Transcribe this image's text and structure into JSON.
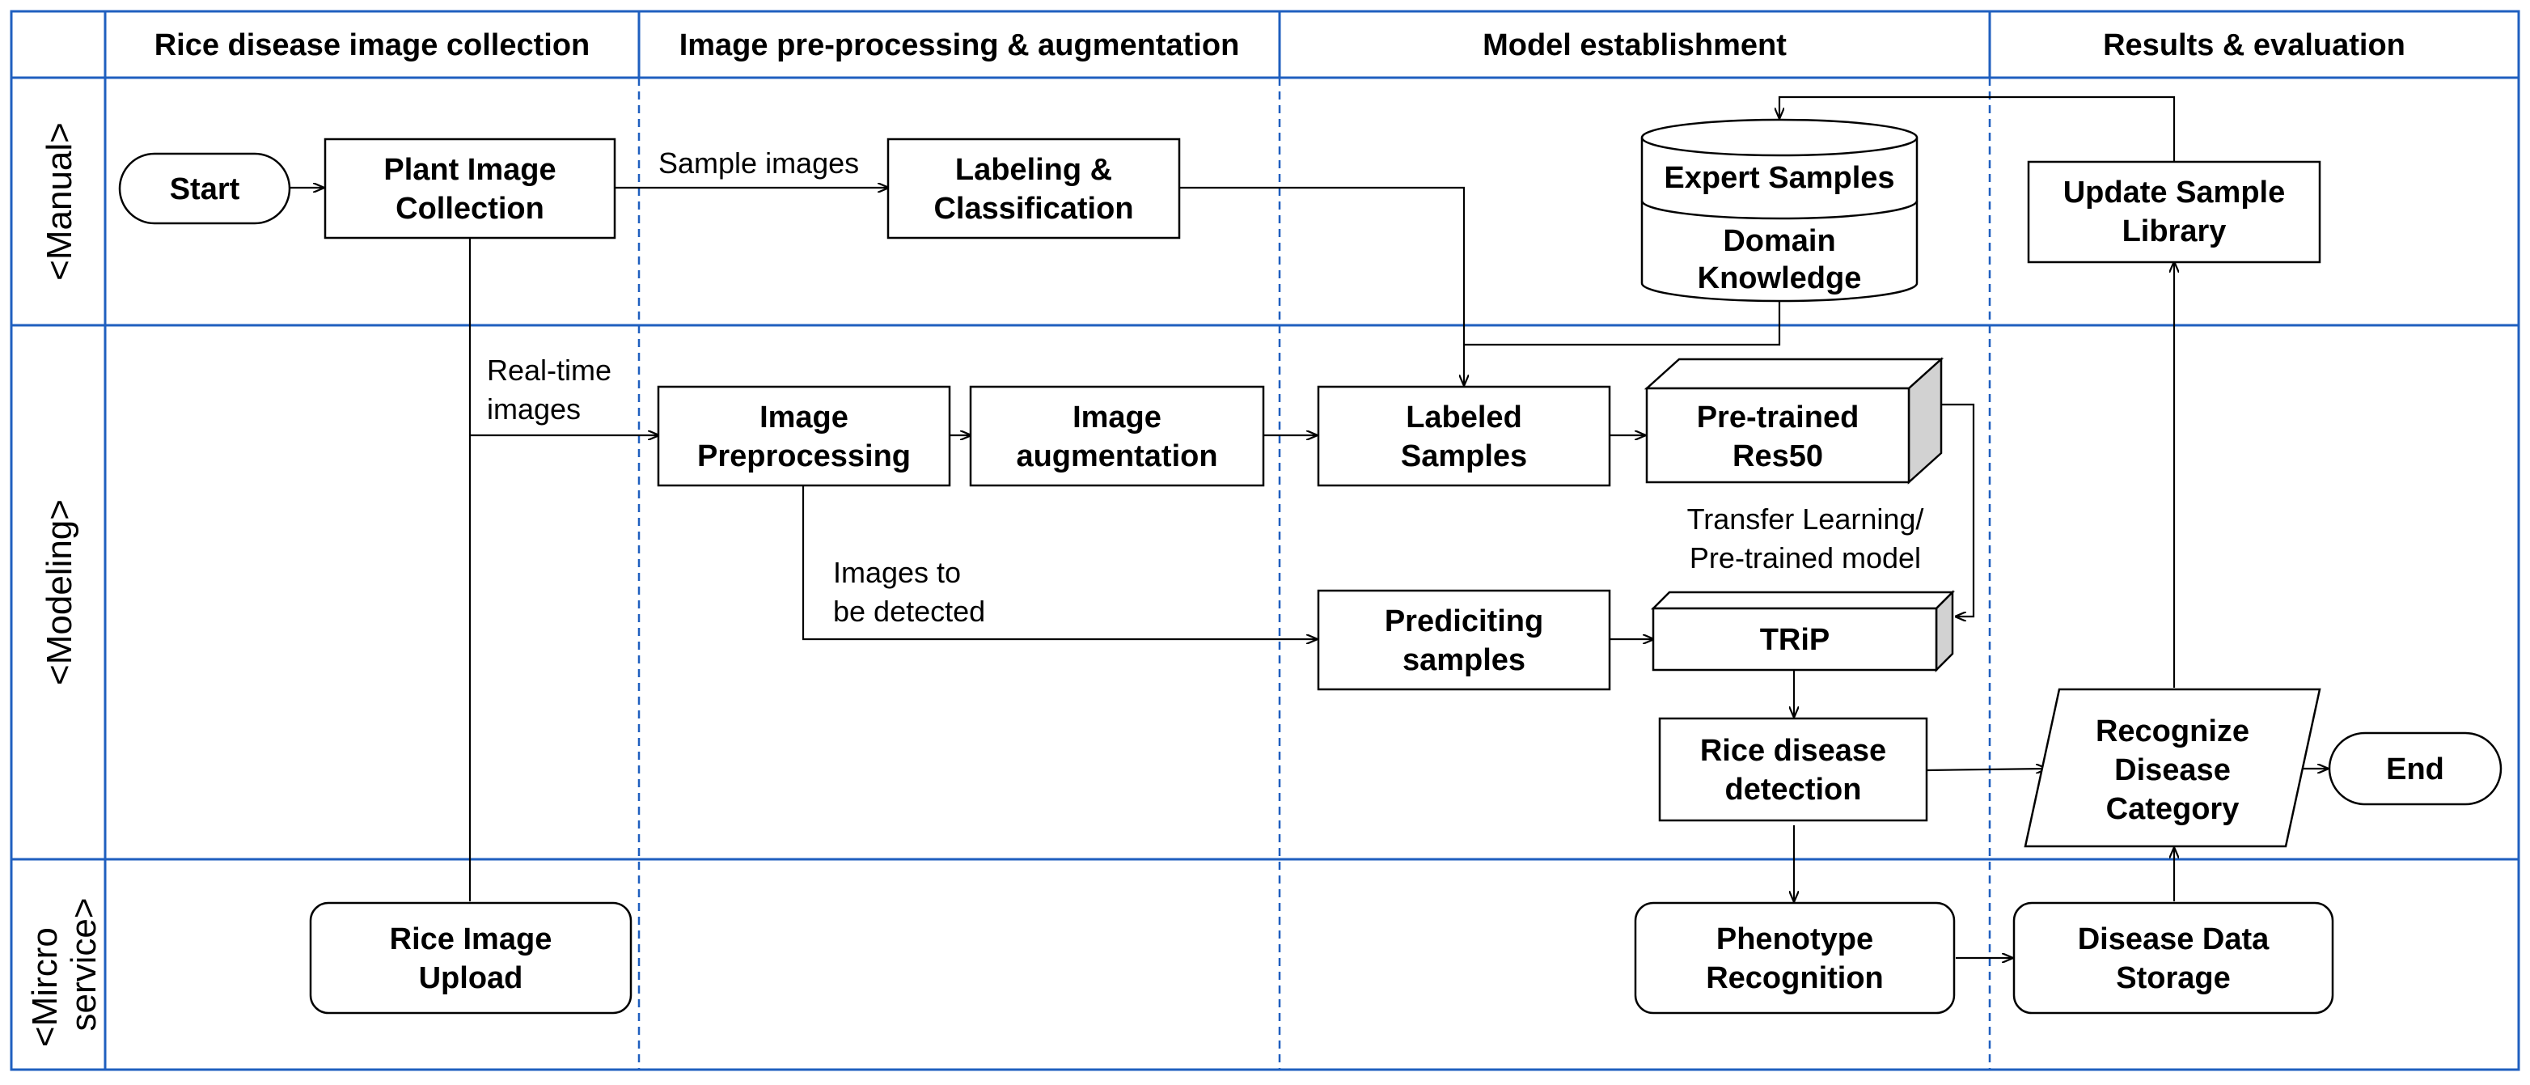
{
  "colors": {
    "grid": "#1f5fbf",
    "stroke": "#000000",
    "cube_side": "#d2d2d2",
    "background": "#ffffff"
  },
  "columns": [
    "Rice disease image collection",
    "Image pre-processing & augmentation",
    "Model establishment",
    "Results & evaluation"
  ],
  "lanes": [
    "<Manual>",
    "<Modeling>",
    "<Mircro service>"
  ],
  "nodes": {
    "start": "Start",
    "plant_image_collection": [
      "Plant Image",
      "Collection"
    ],
    "labeling": [
      "Labeling &",
      "Classification"
    ],
    "expert_samples": "Expert Samples",
    "domain_knowledge": [
      "Domain",
      "Knowledge"
    ],
    "update_library": [
      "Update Sample",
      "Library"
    ],
    "image_preprocessing": [
      "Image",
      "Preprocessing"
    ],
    "image_augmentation": [
      "Image",
      "augmentation"
    ],
    "labeled_samples": [
      "Labeled",
      "Samples"
    ],
    "pretrained_res50": [
      "Pre-trained",
      "Res50"
    ],
    "predicting_samples": [
      "Prediciting",
      "samples"
    ],
    "trip": "TRiP",
    "rice_disease_detection": [
      "Rice disease",
      "detection"
    ],
    "recognize_category": [
      "Recognize",
      "Disease",
      "Category"
    ],
    "end": "End",
    "rice_image_upload": [
      "Rice Image",
      "Upload"
    ],
    "phenotype_recognition": [
      "Phenotype",
      "Recognition"
    ],
    "disease_data_storage": [
      "Disease Data",
      "Storage"
    ]
  },
  "edge_labels": {
    "sample_images": "Sample images",
    "realtime_images": [
      "Real-time",
      "images"
    ],
    "images_to_detect": [
      "Images to",
      "be detected"
    ],
    "transfer_learning": [
      "Transfer Learning/",
      "Pre-trained model"
    ]
  }
}
